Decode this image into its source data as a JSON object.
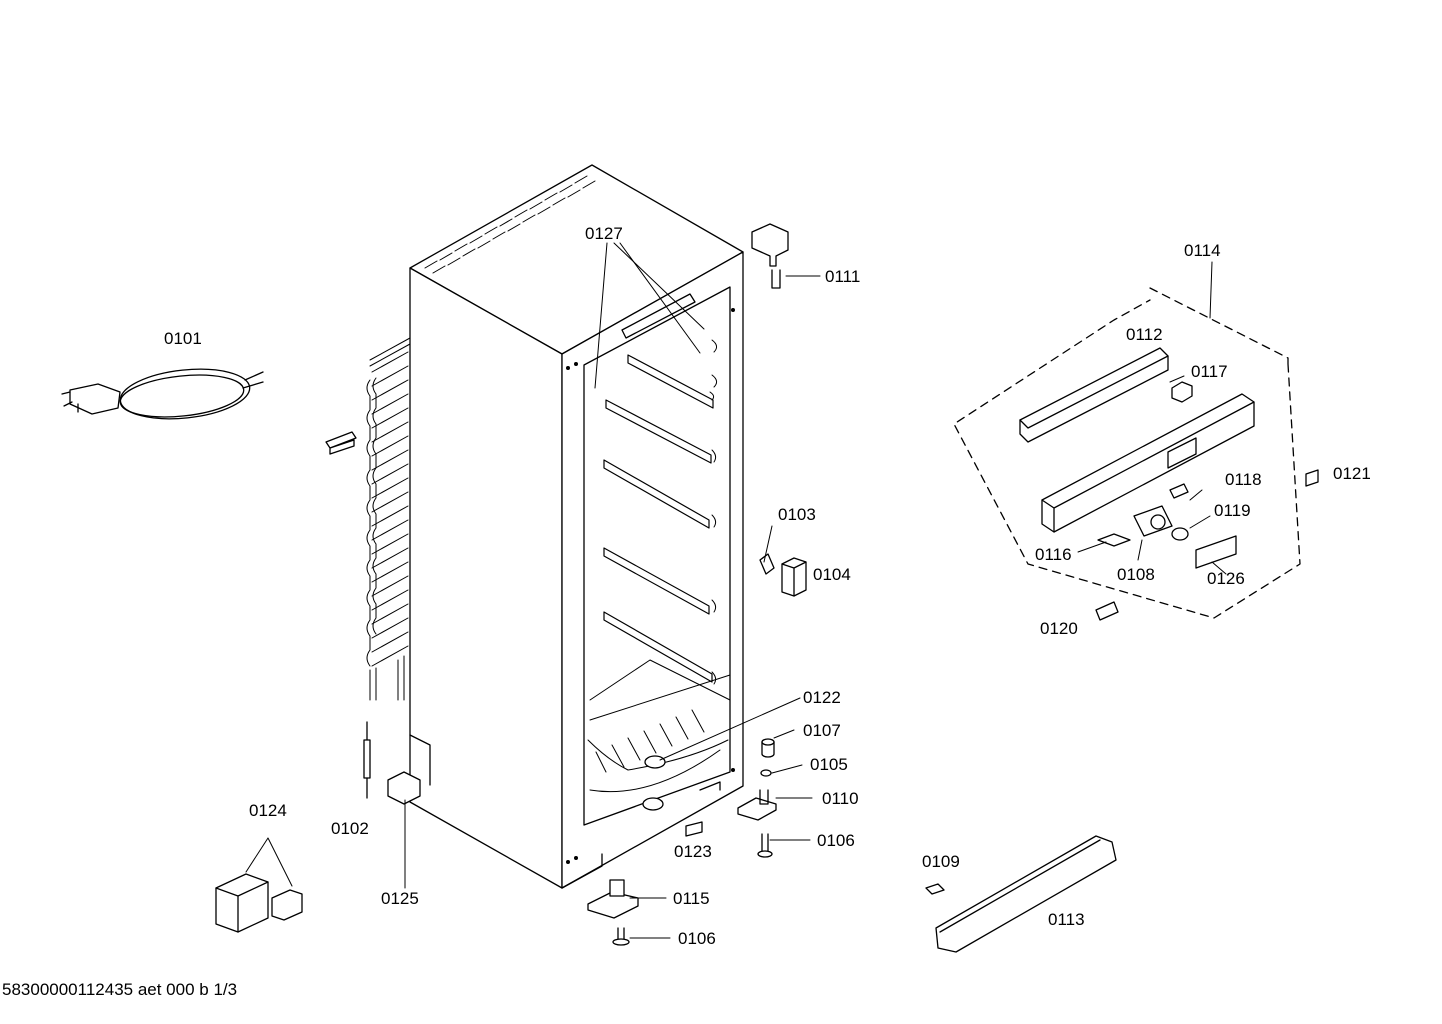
{
  "labels": {
    "p0101": "0101",
    "p0102": "0102",
    "p0103": "0103",
    "p0104": "0104",
    "p0105": "0105",
    "p0106a": "0106",
    "p0106b": "0106",
    "p0107": "0107",
    "p0108": "0108",
    "p0109": "0109",
    "p0110": "0110",
    "p0111": "0111",
    "p0112": "0112",
    "p0113": "0113",
    "p0114": "0114",
    "p0115": "0115",
    "p0116": "0116",
    "p0117": "0117",
    "p0118": "0118",
    "p0119": "0119",
    "p0120": "0120",
    "p0121": "0121",
    "p0122": "0122",
    "p0123": "0123",
    "p0124": "0124",
    "p0125": "0125",
    "p0126": "0126",
    "p0127": "0127"
  },
  "footer": "58300000112435 aet 000 b 1/3"
}
